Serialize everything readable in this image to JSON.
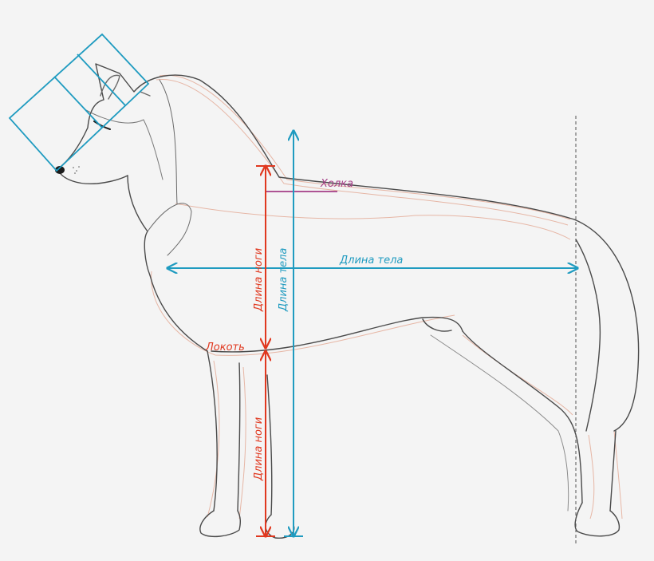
{
  "labels": {
    "withers": "Холка",
    "body_length": "Длина тела",
    "height": "Длина тела",
    "leg_length_upper": "Длина ноги",
    "elbow": "Локоть",
    "leg_length_lower": "Длина ноги"
  },
  "colors": {
    "background": "#f4f4f4",
    "cyan": "#1f9bc0",
    "red": "#e0381f",
    "magenta": "#a43d86",
    "sketch_dark": "#4a4a4a",
    "sketch_orange": "#e3a792"
  }
}
